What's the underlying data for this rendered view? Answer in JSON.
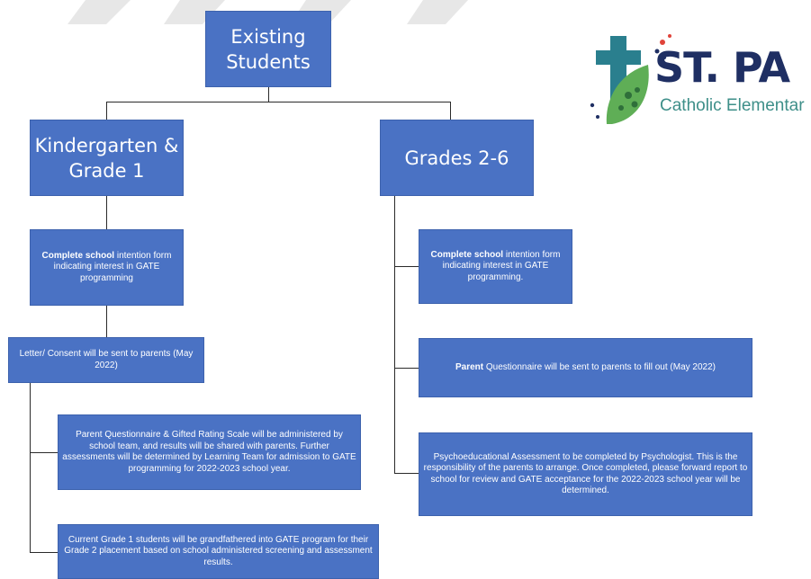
{
  "root": {
    "line1": "Existing",
    "line2": "Students"
  },
  "left_branch": {
    "title_line1": "Kindergarten &",
    "title_line2": "Grade 1",
    "step1_a": "Complete school",
    "step1_b": " intention form indicating interest in GATE programming",
    "step2": "Letter/ Consent will be sent to parents (May 2022)",
    "step3": "Parent Questionnaire & Gifted Rating Scale will be administered by school team, and results will be shared with parents. Further assessments will be determined by Learning Team for admission to GATE programming for 2022-2023 school year.",
    "step4": "Current Grade 1 students will be grandfathered into GATE program for their Grade 2 placement based on school administered screening and assessment results."
  },
  "right_branch": {
    "title": "Grades 2-6",
    "step1_a": "Complete school",
    "step1_b": " intention form indicating interest in GATE programming.",
    "step2_a": "Parent",
    "step2_b": " Questionnaire will be sent to parents to fill out (May 2022)",
    "step3": "Psychoeducational Assessment to be completed by Psychologist. This is the responsibility of the parents to arrange. Once completed, please forward report to school for review and GATE acceptance for the 2022-2023 school year will be determined."
  },
  "logo": {
    "title": "ST. PA",
    "subtitle": "Catholic Elementar",
    "colors": {
      "navy": "#1f2f63",
      "teal": "#3e8f89",
      "green": "#5fae56",
      "red": "#e0433a"
    }
  },
  "colors": {
    "box": "#4a72c4",
    "connector": "#2a2a2a"
  }
}
